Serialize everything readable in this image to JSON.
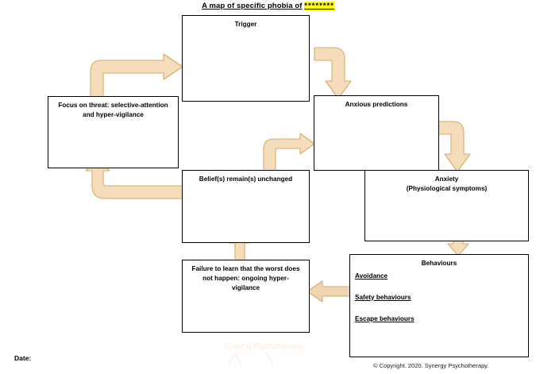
{
  "document": {
    "title_prefix": "A map of specific phobia of",
    "title_blank": "********",
    "date_label": "Date:",
    "copyright": "© Copyright. 2020. Synergy Psychotherapy.",
    "watermark": "Synergy Psychotherapy"
  },
  "colors": {
    "arrow_fill": "#f5dcbb",
    "arrow_fill_light": "#fbeedd",
    "arrow_stroke": "#d9a869",
    "box_border": "#000000",
    "highlight": "#ffff00",
    "page_background": "#ffffff"
  },
  "boxes": {
    "trigger": {
      "heading": "Trigger"
    },
    "focus_on_threat": {
      "heading": "Focus on threat: selective-attention and hyper-vigilance"
    },
    "anxious_predictions": {
      "heading": "Anxious predictions"
    },
    "anxiety": {
      "heading": "Anxiety",
      "subheading": "(Physiological symptoms)"
    },
    "beliefs": {
      "heading": "Belief(s) remain(s) unchanged"
    },
    "behaviours": {
      "heading": "Behaviours",
      "items": [
        "Avoidance",
        "Safety behaviours",
        "Escape behaviours"
      ]
    },
    "failure_to_learn": {
      "heading": "Failure to learn that the worst does not happen: ongoing hyper-vigilance"
    }
  },
  "arrows": [
    {
      "id": "focus-to-trigger",
      "from": "focus_on_threat",
      "to": "trigger",
      "shape": "elbow-up-right"
    },
    {
      "id": "trigger-to-predictions",
      "from": "trigger",
      "to": "anxious_predictions",
      "shape": "elbow-right-down"
    },
    {
      "id": "predictions-to-anxiety",
      "from": "anxious_predictions",
      "to": "anxiety",
      "shape": "elbow-right-down"
    },
    {
      "id": "anxiety-to-behaviours",
      "from": "anxiety",
      "to": "behaviours",
      "shape": "straight-down"
    },
    {
      "id": "behaviours-to-failure",
      "from": "behaviours",
      "to": "failure_to_learn",
      "shape": "straight-left"
    },
    {
      "id": "failure-to-beliefs",
      "from": "failure_to_learn",
      "to": "beliefs",
      "shape": "straight-up"
    },
    {
      "id": "beliefs-to-predictions",
      "from": "beliefs",
      "to": "anxious_predictions",
      "shape": "elbow-up-right"
    },
    {
      "id": "beliefs-to-focus",
      "from": "beliefs",
      "to": "focus_on_threat",
      "shape": "elbow-left-up"
    }
  ]
}
